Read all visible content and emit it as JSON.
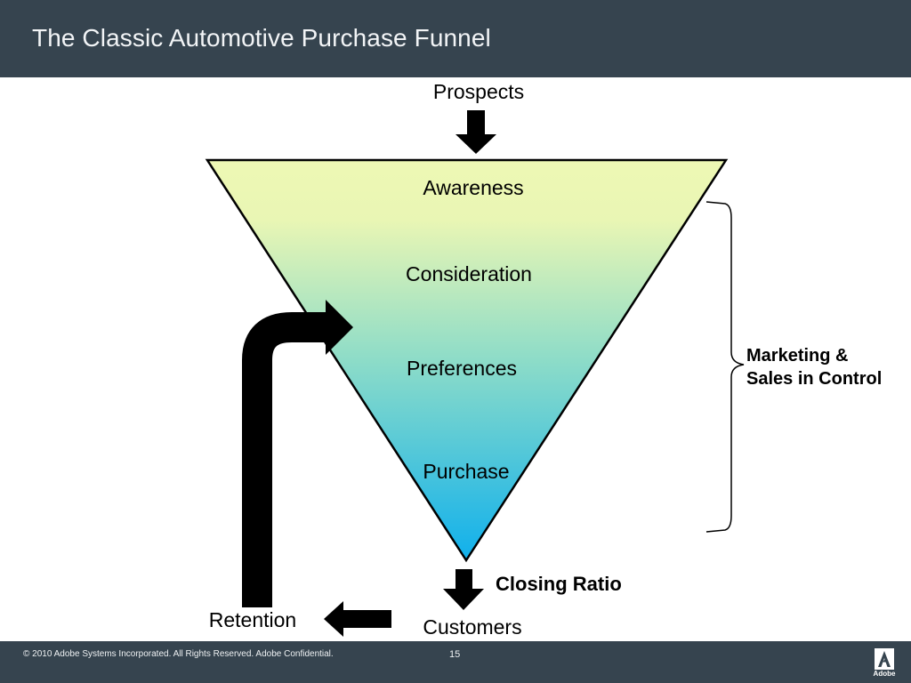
{
  "header": {
    "title": "The Classic Automotive Purchase Funnel"
  },
  "funnel": {
    "entry_label": "Prospects",
    "stages": [
      "Awareness",
      "Consideration",
      "Preferences",
      "Purchase"
    ],
    "colors": {
      "top": "#eef8b4",
      "middle": "#8ddcc8",
      "bottom": "#10b0ec"
    }
  },
  "bracket_label": {
    "line1": "Marketing &",
    "line2": "Sales in Control"
  },
  "outcome": {
    "closing_ratio": "Closing Ratio",
    "customers": "Customers",
    "retention": "Retention"
  },
  "footer": {
    "copyright": "© 2010 Adobe Systems Incorporated.  All Rights Reserved.  Adobe Confidential.",
    "page_number": "15",
    "logo_text": "Adobe"
  }
}
